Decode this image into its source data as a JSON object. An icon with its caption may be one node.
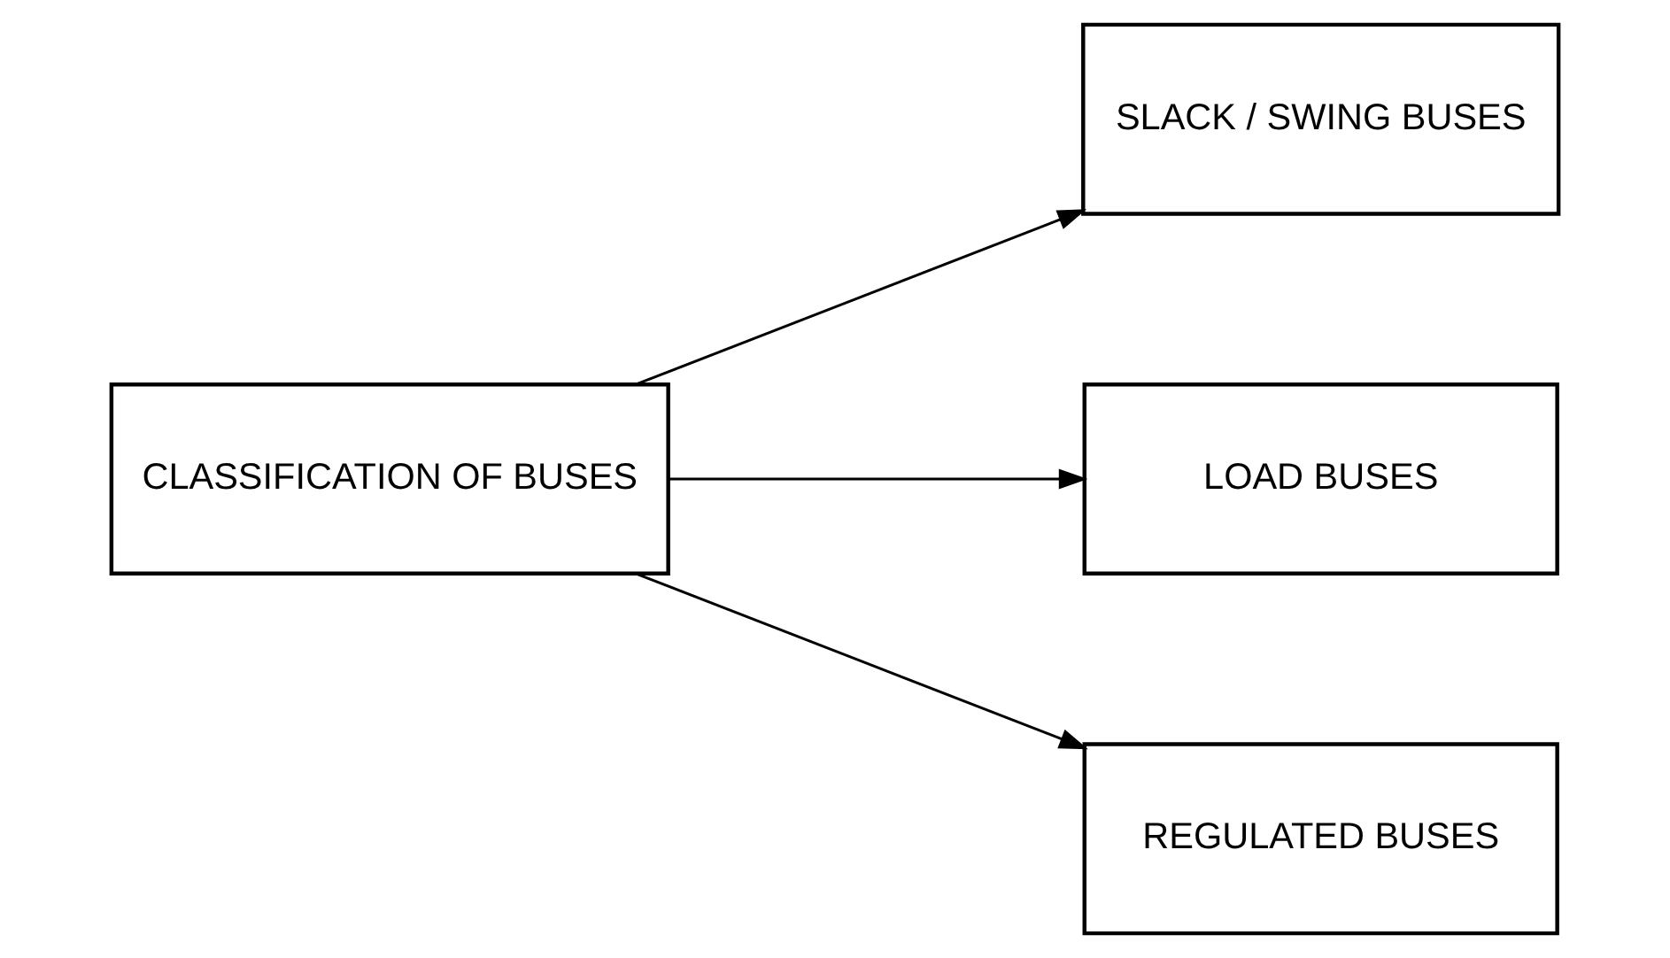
{
  "diagram": {
    "nodes": [
      {
        "text": [
          "CLASSIFICATION OF BUSES"
        ]
      },
      {
        "text": [
          "SLACK / SWING BUSES"
        ]
      },
      {
        "text": [
          "LOAD BUSES"
        ]
      },
      {
        "text": [
          "REGULATED BUSES"
        ]
      }
    ],
    "edges": [
      {
        "from": 0,
        "to": 1,
        "arrow": "to"
      },
      {
        "from": 0,
        "to": 2,
        "arrow": "to"
      },
      {
        "from": 0,
        "to": 3,
        "arrow": "to"
      }
    ]
  }
}
